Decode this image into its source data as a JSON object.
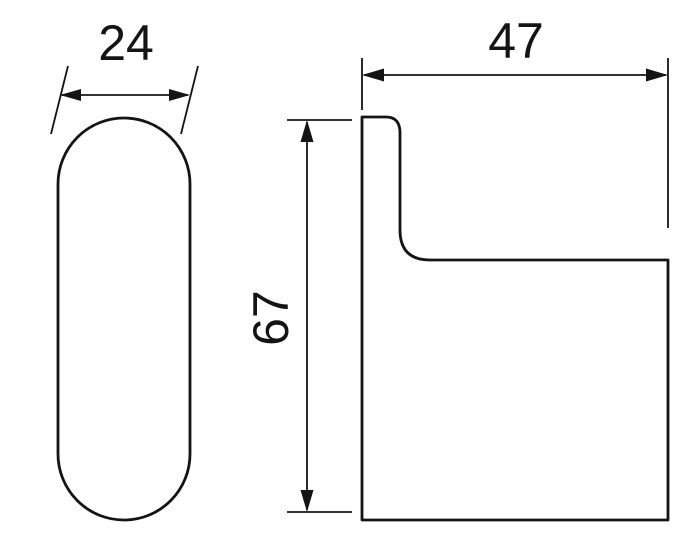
{
  "diagram": {
    "type": "technical-drawing",
    "background_color": "#ffffff",
    "line_color": "#141414",
    "views": {
      "front": "pill-shaped-outline",
      "side": "hook-profile-outline"
    },
    "dimensions": {
      "width": {
        "value": "24",
        "orientation": "horizontal"
      },
      "depth": {
        "value": "47",
        "orientation": "horizontal"
      },
      "height": {
        "value": "67",
        "orientation": "vertical"
      }
    }
  }
}
